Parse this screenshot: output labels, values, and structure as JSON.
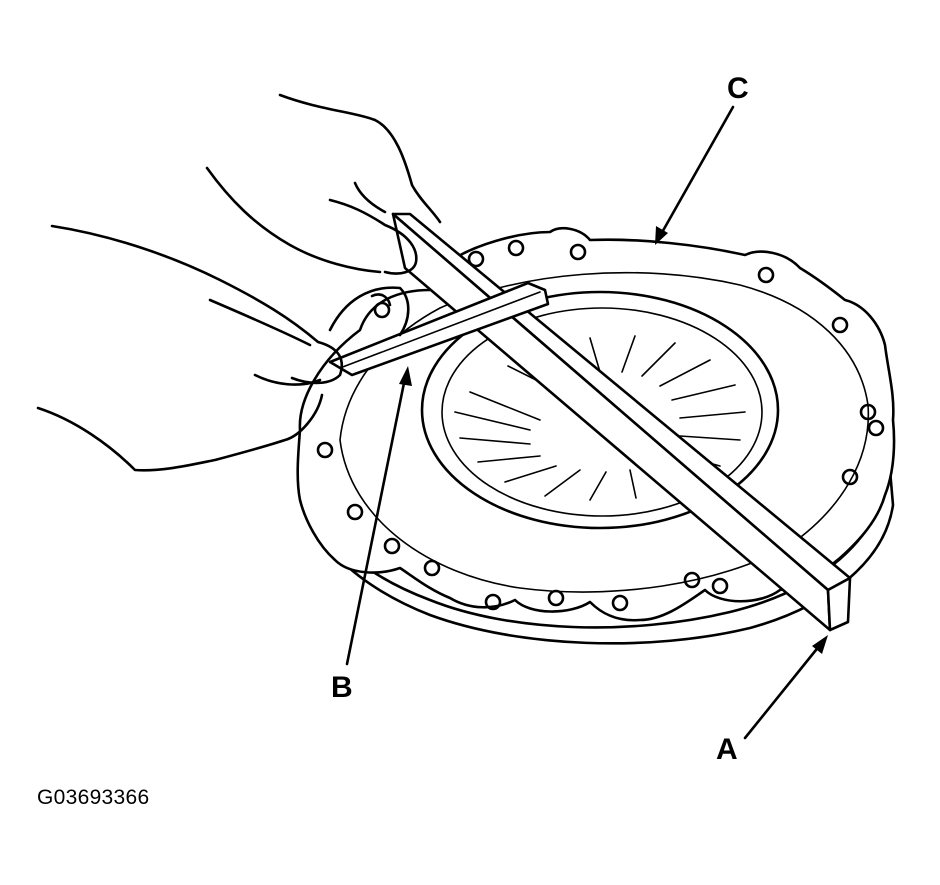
{
  "callouts": {
    "a": "A",
    "b": "B",
    "c": "C"
  },
  "figure_code": "G03693366",
  "colors": {
    "ink": "#000000",
    "background": "#ffffff"
  }
}
